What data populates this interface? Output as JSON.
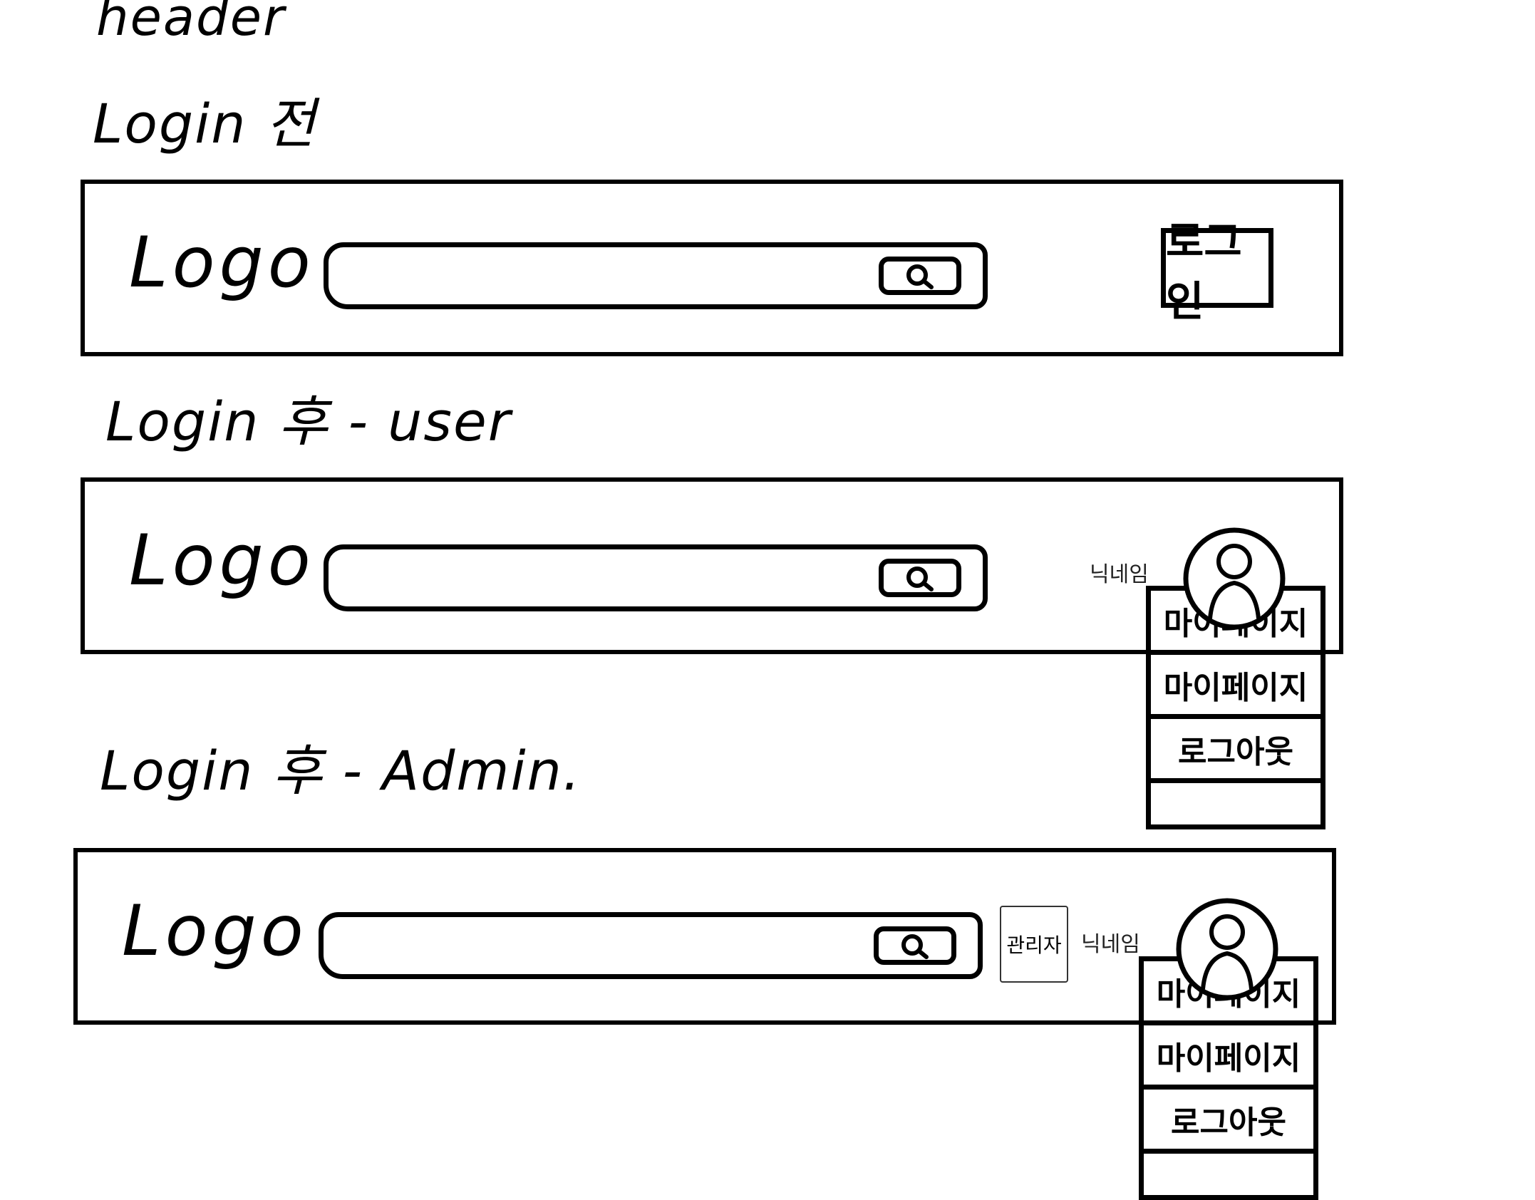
{
  "page_title": "header",
  "sections": {
    "before_login": {
      "label": "Login 전",
      "header": {
        "logo": "Logo",
        "search_icon": "magnifier-icon",
        "login_button": "로그인"
      }
    },
    "user": {
      "label": "Login 후 - user",
      "header": {
        "logo": "Logo",
        "search_icon": "magnifier-icon",
        "nickname": "닉네임",
        "dropdown": [
          "마이페이지",
          "마이페이지",
          "로그아웃"
        ]
      }
    },
    "admin": {
      "label": "Login 후 - Admin.",
      "header": {
        "logo": "Logo",
        "search_icon": "magnifier-icon",
        "admin_button": "관리자",
        "nickname": "닉네임",
        "dropdown": [
          "마이페이지",
          "마이페이지",
          "로그아웃"
        ]
      }
    }
  }
}
